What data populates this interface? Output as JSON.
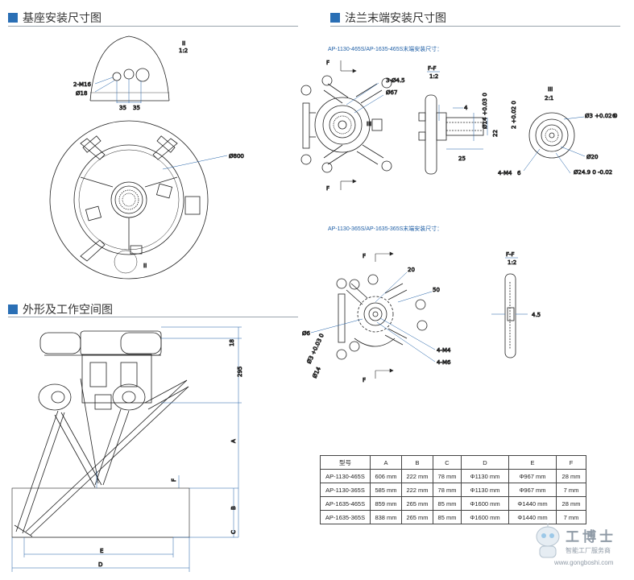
{
  "sections": {
    "base": "基座安装尺寸图",
    "flange": "法兰末端安装尺寸图",
    "outline": "外形及工作空间图"
  },
  "base_drawing": {
    "view_label": "II",
    "view_scale": "1:2",
    "hole": "2-M16",
    "bore": "Ø18",
    "dim_a": "35",
    "dim_b": "35",
    "outer_dia": "Ø800",
    "section_mark": "II"
  },
  "flange_465": {
    "caption": "AP-1130-465S/AP-1635-465S末端安装尺寸：",
    "mark_f": "F",
    "holes": "3-Ø4.5",
    "pcd": "Ø67",
    "view_iii": "III",
    "ff_label": "F-F",
    "ff_scale": "1:2",
    "d4": "4",
    "d14": "Ø14 +0.03 0",
    "d22": "22",
    "d25": "25",
    "d2": "2 +0.02 0",
    "iii_scale": "2:1",
    "d3": "Ø3 +0.02 0",
    "depth": "6",
    "d20": "Ø20",
    "m4": "4-M4",
    "depth2": "6",
    "d249": "Ø24.9 0 -0.02"
  },
  "flange_365": {
    "caption": "AP-1130-365S/AP-1635-365S末端安装尺寸：",
    "mark_f": "F",
    "d20": "20",
    "d50": "50",
    "d6": "Ø6",
    "d3": "Ø3 +0.03 0",
    "d14": "Ø14",
    "m4": "4-M4",
    "m6": "4-M6",
    "ff_label": "F-F",
    "ff_scale": "1:2",
    "d45": "4.5"
  },
  "outline_dims": {
    "d18": "18",
    "d295": "295",
    "a": "A",
    "b": "B",
    "c": "C",
    "d": "D",
    "e": "E",
    "f": "F"
  },
  "table": {
    "headers": [
      "型号",
      "A",
      "B",
      "C",
      "D",
      "E",
      "F"
    ],
    "rows": [
      [
        "AP-1130-465S",
        "606 mm",
        "222 mm",
        "78 mm",
        "Φ1130 mm",
        "Φ967 mm",
        "28 mm"
      ],
      [
        "AP-1130-365S",
        "585 mm",
        "222 mm",
        "78 mm",
        "Φ1130 mm",
        "Φ967 mm",
        "7 mm"
      ],
      [
        "AP-1635-465S",
        "859 mm",
        "265 mm",
        "85 mm",
        "Φ1600 mm",
        "Φ1440 mm",
        "28 mm"
      ],
      [
        "AP-1635-365S",
        "838 mm",
        "265 mm",
        "85 mm",
        "Φ1600 mm",
        "Φ1440 mm",
        "7 mm"
      ]
    ]
  },
  "watermark": {
    "name": "工博士",
    "sub": "智能工厂服务商",
    "url": "www.gongboshi.com"
  },
  "colors": {
    "accent": "#2a6fb5",
    "dimension": "#1f5fa6",
    "line": "#222222"
  }
}
